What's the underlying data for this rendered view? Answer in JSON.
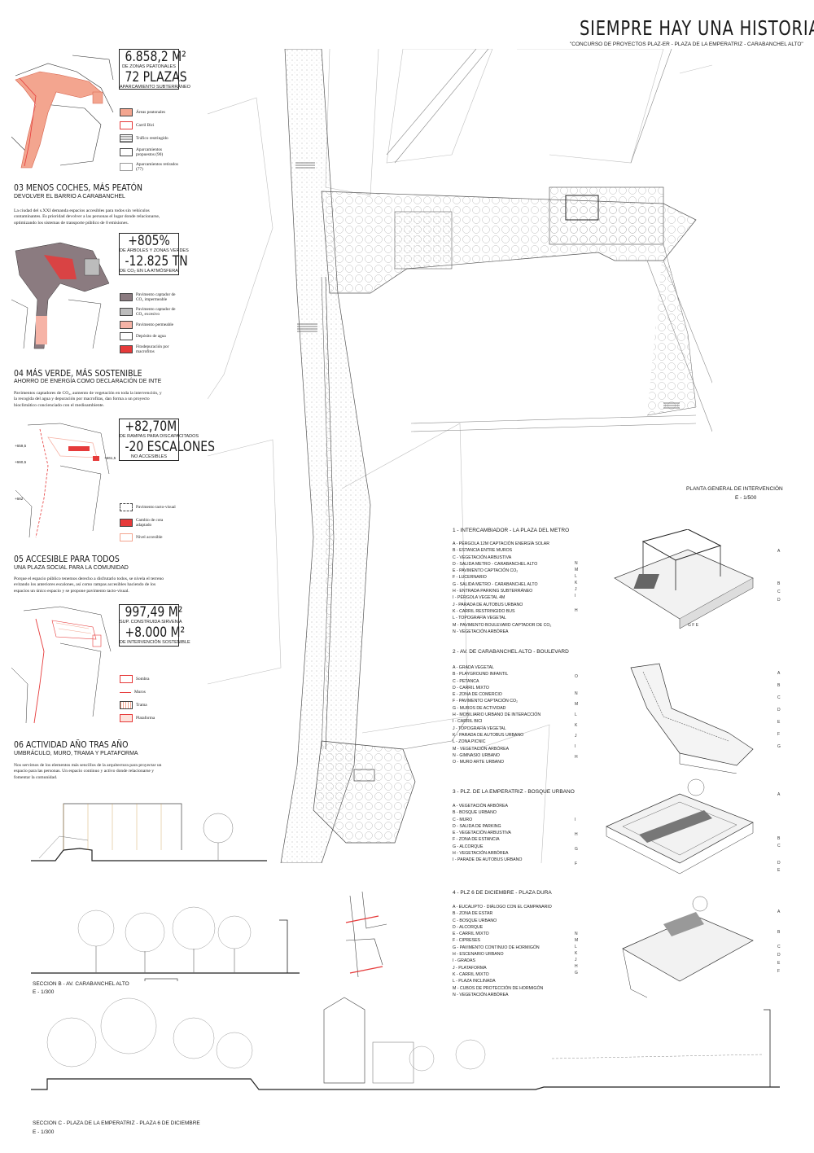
{
  "header": {
    "title": "SIEMPRE HAY UNA HISTORIA",
    "subtitle": "\"CONCURSO DE PROYECTOS PLAZ-ER - PLAZA DE LA EMPERATRIZ - CARABANCHEL ALTO\""
  },
  "stats": {
    "s1": {
      "big1": "6.858,2 M²",
      "small1": "DE ZONAS PEATONALES",
      "big2": "72 PLAZAS",
      "small2": "APARCAMIENTO SUBTERRÁNEO"
    },
    "s2": {
      "big1": "+805%",
      "small1": "DE ÁRBOLES Y ZONAS VERDES",
      "big2": "-12.825 TN",
      "small2": "DE CO₂ EN LA ATMÓSFERA"
    },
    "s3": {
      "big1": "+82,70M",
      "small1": "DE RAMPAS PARA DISCAPACITADOS",
      "big2": "-20 ESCALONES",
      "small2": "NO ACCESIBLES"
    },
    "s4": {
      "big1": "997,49 M²",
      "small1": "SUP. CONSTRUIDA SIRVEN A",
      "big2": "+8.000 M²",
      "small2": "DE INTERVENCIÓN SOSTENIBLE"
    }
  },
  "legends": {
    "l1": [
      "Áreas peatonales",
      "Carril Bici",
      "Tráfico restringido",
      "Aparcamientos propuestos (90)",
      "Aparcamientos retirados (77)"
    ],
    "l2": [
      "Pavimento captador de CO₂ impermeable",
      "Pavimento captador de CO₂ excesivo",
      "Pavimento permeable",
      "Depósito de agua",
      "Fitodepuración por macrofitos"
    ],
    "l3": [
      "Pavimento tacto-visual",
      "Cambio de cota adaptado",
      "Nivel accesible"
    ],
    "l4": [
      "Sombra",
      "Muros",
      "Trama",
      "Plataforma"
    ]
  },
  "levels": {
    "a": "+659,5",
    "b": "+660,5",
    "c": "+661,5",
    "d": "+662"
  },
  "sections": {
    "s03": {
      "heading": "03 MENOS COCHES, MÁS PEATÓN",
      "sub": "DEVOLVER EL BARRIO A CARABANCHEL",
      "text": "La ciudad del s.XXI demanda espacios accesibles para todos sin vehículos contaminantes. Es prioridad devolver a las personas el lugar donde relacionarse, optimizando los sistemas de transporte público de 0 emisiones."
    },
    "s04": {
      "heading": "04 MÁS VERDE, MÁS SOSTENIBLE",
      "sub": "AHORRO DE ENERGÍA COMO DECLARACIÓN DE INTE",
      "text": "Pavimentos captadores de CO₂, aumento de vegetación en toda la intervención, y la recogida del agua y depuración por macrofitas, dan forma a un proyecto bioclimático concienciado con el medioambiente."
    },
    "s05": {
      "heading": "05 ACCESIBLE PARA TODOS",
      "sub": "UNA PLAZA SOCIAL PARA LA COMUNIDAD",
      "text": "Porque el espacio público tenemos derecho a disfrutarlo todos, se nivela el terreno evitando los anteriores escalones, así como rampas accesibles haciendo de los espacios un único espacio y se propone pavimento tacto-visual."
    },
    "s06": {
      "heading": "06 ACTIVIDAD AÑO TRAS AÑO",
      "sub": "UMBRÁCULO, MURO, TRAMA Y PLATAFORMA",
      "text": "Nos servimos de los elementos más sencillos de la arquitectura para proyectar un espacio para las personas. Un espacio continuo y activo donde relacionarse y fomentar la comunidad."
    }
  },
  "plan": {
    "label": "PLANTA GENERAL DE INTERVENCIÓN",
    "scale": "E - 1/500"
  },
  "section_b": {
    "label": "SECCION B - AV. CARABANCHEL ALTO",
    "scale": "E - 1/300"
  },
  "section_c": {
    "label": "SECCION C - PLAZA DE LA EMPERATRIZ - PLAZA 6 DE DICIEMBRE",
    "scale": "E - 1/300"
  },
  "keys": [
    {
      "title": "1 - INTERCAMBIADOR - LA PLAZA DEL METRO",
      "items": [
        "A - PÉRGOLA 12M CAPTACIÓN ENERGÍA SOLAR",
        "B - ESTANCIA ENTRE MUROS",
        "C - VEGETACIÓN ARBUSTIVA",
        "D - SALIDA METRO - CARABANCHEL ALTO",
        "E - PAVIMENTO CAPTACIÓN CO₂",
        "F - LUCERNARIO",
        "G - SALIDA METRO - CARABANCHEL ALTO",
        "H - ENTRADA PARKING SUBTERRÁNEO",
        "I - PÉRGOLA VEGETAL 4M",
        "J - PARADA DE AUTOBUS URBANO",
        "K - CARRIL RESTRINGIDO BUS",
        "L - TOPOGRAFÍA VEGETAL",
        "M - PAVIMENTO BOULEVARD CAPTADOR DE CO₂",
        "N - VEGETACIÓN ARBÓREA"
      ],
      "letters_left": [
        "N",
        "M",
        "L",
        "K",
        "J",
        "I",
        "H"
      ],
      "letters_right": [
        "A",
        "B",
        "C",
        "D"
      ],
      "letters_bottom": "G F E"
    },
    {
      "title": "2 - AV. DE CARABANCHEL ALTO - BOULEVARD",
      "items": [
        "A - GRADA VEGETAL",
        "B - PLAYGROUND INFANTIL",
        "C - PETANCA",
        "D - CARRIL MIXTO",
        "E - ZONA DE COMERCIO",
        "F - PAVIMENTO CAPTACIÓN CO₂",
        "G - MUROS DE ACTIVIDAD",
        "H - MOBILIARIO URBANO DE INTERACCIÓN",
        "I - CARRIL BICI",
        "J - TOPOGRAFÍA VEGETAL",
        "K - PARADA DE AUTOBUS URBANO",
        "L - ZONA PICNIC",
        "M - VEGETACIÓN ARBÓREA",
        "N - GIMNASIO URBANO",
        "O - MURO ARTE URBANO"
      ],
      "letters_left": [
        "O",
        "N",
        "M",
        "L",
        "K",
        "J",
        "I",
        "H"
      ],
      "letters_right": [
        "A",
        "B",
        "C",
        "D",
        "E",
        "F",
        "G"
      ],
      "letters_bottom": ""
    },
    {
      "title": "3 - PLZ. DE LA EMPERATRIZ - BOSQUE URBANO",
      "items": [
        "A - VEGETACIÓN ARBÓREA",
        "B - BOSQUE URBANO",
        "C - MURO",
        "D - SALIDA DE PARKING",
        "E - VEGETACIÓN ARBUSTIVA",
        "F - ZONA DE ESTANCIA",
        "G - ALCORQUE",
        "H - VEGETACIÓN ARBÓREA",
        "I - PARADE DE AUTOBUS URBANO"
      ],
      "letters_left": [
        "I",
        "H",
        "G",
        "F"
      ],
      "letters_right": [
        "A",
        "B",
        "C",
        "D",
        "E"
      ],
      "letters_bottom": ""
    },
    {
      "title": "4 - PLZ 6 DE DICIEMBRE - PLAZA DURA",
      "items": [
        "A - EUCALIPTO - DIÁLOGO CON EL CAMPANARIO",
        "B - ZONA DE ESTAR",
        "C - BOSQUE URBANO",
        "D - ALCORQUE",
        "E - CARRIL MIXTO",
        "F - CIPRESES",
        "G - PAVIMENTO CONTINUO DE HORMIGÓN",
        "H - ESCENARIO URBANO",
        "I - GRADAS",
        "J - PLATAFORMA",
        "K - CARRIL MIXTO",
        "L - PLAZA INCLINADA",
        "M - CUBOS DE PROTECCIÓN DE HORMIGÓN",
        "N - VEGETACIÓN ARBÓREA"
      ],
      "letters_left": [
        "N",
        "M",
        "L",
        "K",
        "J",
        "H",
        "G"
      ],
      "letters_right": [
        "A",
        "B",
        "C",
        "D",
        "E",
        "F"
      ],
      "letters_bottom": ""
    }
  ],
  "colors": {
    "accent_red": "#e63a3a",
    "salmon": "#f3a58f",
    "pink": "#f6b3a6",
    "dark": "#1a1a1a",
    "grey": "#8a8a8a"
  }
}
